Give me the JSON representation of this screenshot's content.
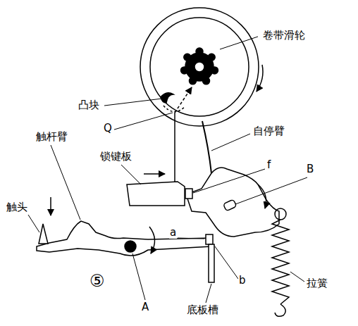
{
  "diagram": {
    "labels": [
      "卷带滑轮",
      "凸块",
      "Q",
      "自停臂",
      "锁键板",
      "f",
      "B",
      "触杆臂",
      "触头",
      "a",
      "⑤",
      "A",
      "b",
      "底板槽",
      "拉簧"
    ]
  }
}
